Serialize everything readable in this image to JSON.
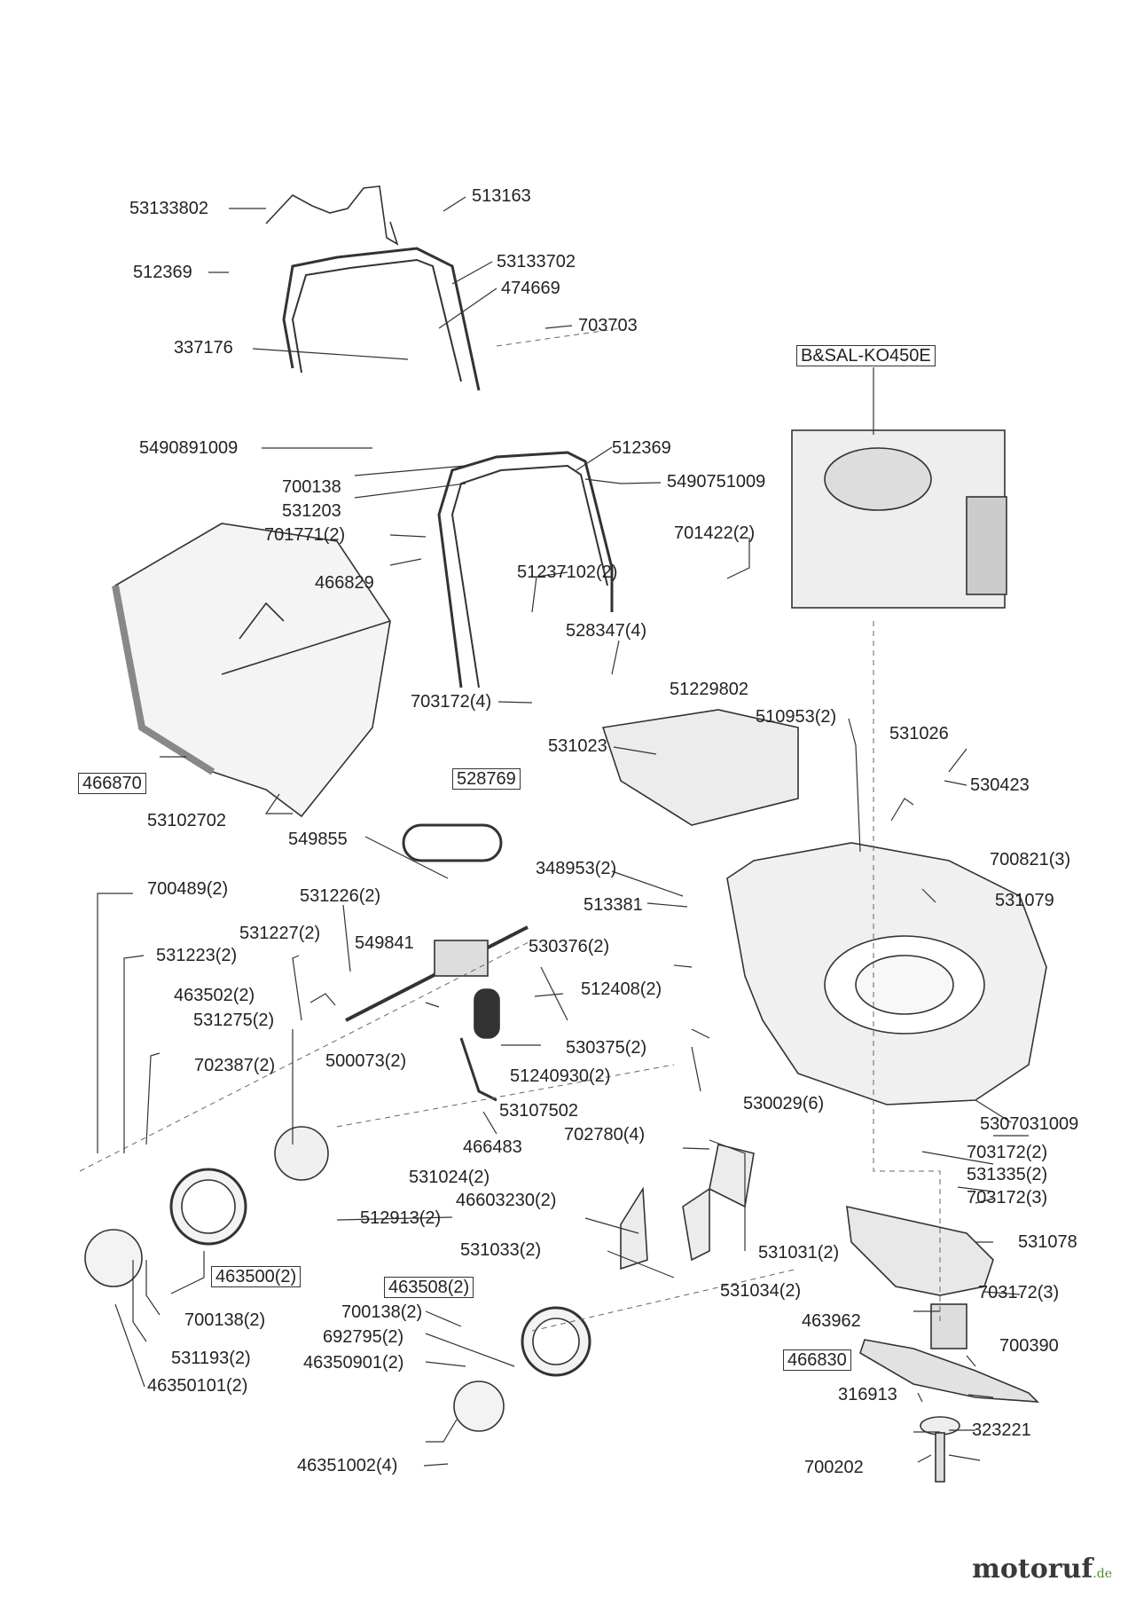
{
  "labels": {
    "l53133802": "53133802",
    "l513163": "513163",
    "l512369a": "512369",
    "l53133702": "53133702",
    "l474669": "474669",
    "l703703": "703703",
    "l337176": "337176",
    "lengine": "B&SAL-KO450E",
    "l5490891009": "5490891009",
    "l512369b": "512369",
    "l700138": "700138",
    "l5490751009": "5490751009",
    "l531203": "531203",
    "l701771": "701771(2)",
    "l701422": "701422(2)",
    "l51237102": "51237102(2)",
    "l466829": "466829",
    "l528347": "528347(4)",
    "l51229802": "51229802",
    "l703172_4": "703172(4)",
    "l510953": "510953(2)",
    "l531026": "531026",
    "l531023": "531023",
    "l466870": "466870",
    "l528769": "528769",
    "l530423": "530423",
    "l53102702": "53102702",
    "l549855": "549855",
    "l348953": "348953(2)",
    "l700821": "700821(3)",
    "l700489": "700489(2)",
    "l531226": "531226(2)",
    "l513381": "513381",
    "l531079": "531079",
    "l531227": "531227(2)",
    "l549841": "549841",
    "l531223": "531223(2)",
    "l530376": "530376(2)",
    "l463502": "463502(2)",
    "l512408": "512408(2)",
    "l531275": "531275(2)",
    "l530375": "530375(2)",
    "l500073": "500073(2)",
    "l702387": "702387(2)",
    "l51240930": "51240930(2)",
    "l53107502": "53107502",
    "l530029": "530029(6)",
    "l702780": "702780(4)",
    "l5307031009": "5307031009",
    "l466483": "466483",
    "l703172_2": "703172(2)",
    "l531335": "531335(2)",
    "l531024": "531024(2)",
    "l46603230": "46603230(2)",
    "l703172_3a": "703172(3)",
    "l512913": "512913(2)",
    "l531031": "531031(2)",
    "l531078": "531078",
    "l531033": "531033(2)",
    "l463500": "463500(2)",
    "l463508": "463508(2)",
    "l531034": "531034(2)",
    "l703172_3b": "703172(3)",
    "l700138_2a": "700138(2)",
    "l700138_2b": "700138(2)",
    "l463962": "463962",
    "l692795": "692795(2)",
    "l700390": "700390",
    "l531193": "531193(2)",
    "l46350901": "46350901(2)",
    "l466830": "466830",
    "l46350101": "46350101(2)",
    "l316913": "316913",
    "l323221": "323221",
    "l46351002": "46351002(4)",
    "l700202": "700202"
  },
  "watermark": {
    "brand": "motoruf",
    "suffix": ".de"
  },
  "colors": {
    "line": "#333333",
    "part_fill": "#f2f2f2",
    "part_dark": "#555555",
    "accent": "#e07a00"
  }
}
